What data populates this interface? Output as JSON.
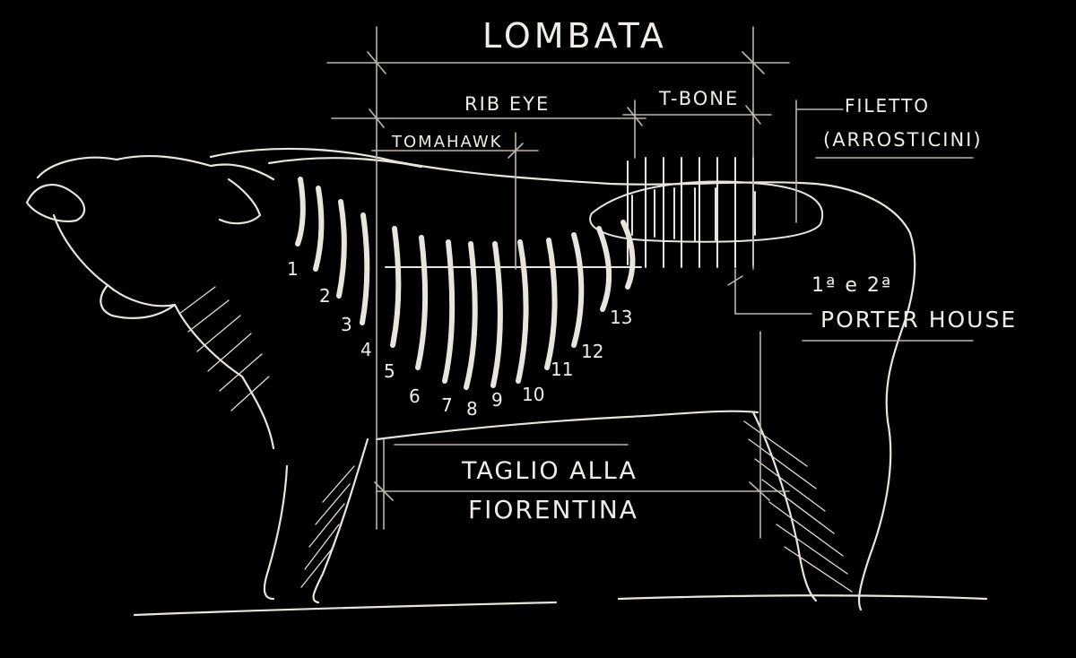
{
  "labels": {
    "lombata": "LOMBATA",
    "rib_eye": "RIB EYE",
    "t_bone": "T-BONE",
    "tomahawk": "TOMAHAWK",
    "filetto": "FILETTO",
    "arrosticini": "(ARROSTICINI)",
    "prima_seconda": "1ª e 2ª",
    "porter_house": "PORTER HOUSE",
    "taglio_alla": "TAGLIO ALLA",
    "fiorentina": "FIORENTINA"
  },
  "ribs": [
    "1",
    "2",
    "3",
    "4",
    "5",
    "6",
    "7",
    "8",
    "9",
    "10",
    "11",
    "12",
    "13"
  ],
  "colors": {
    "background": "#000000",
    "chalk": "#e9e4dc"
  }
}
